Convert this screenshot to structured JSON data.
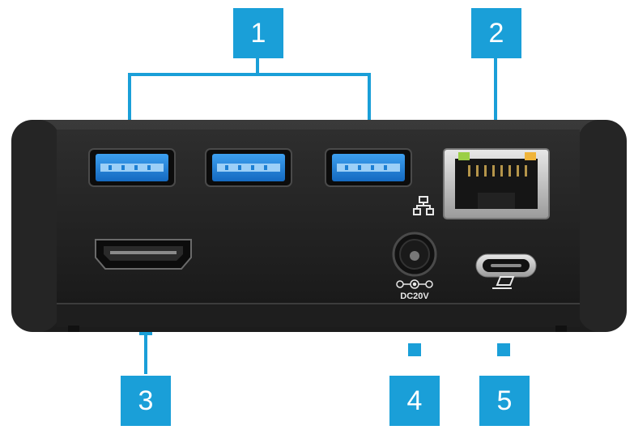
{
  "callouts": {
    "usb_a_ports": "1",
    "ethernet_port": "2",
    "hdmi_port": "3",
    "dc_power_input": "4",
    "usb_c_host_port": "5"
  },
  "device": {
    "dc_label": "DC20V"
  },
  "colors": {
    "callout": "#1a9fd8",
    "usb_blue": "#1c7fd4",
    "led_green": "#9bcf46",
    "led_amber": "#f0b43a"
  },
  "icons": [
    "network-icon",
    "dc-polarity-icon",
    "laptop-icon"
  ]
}
